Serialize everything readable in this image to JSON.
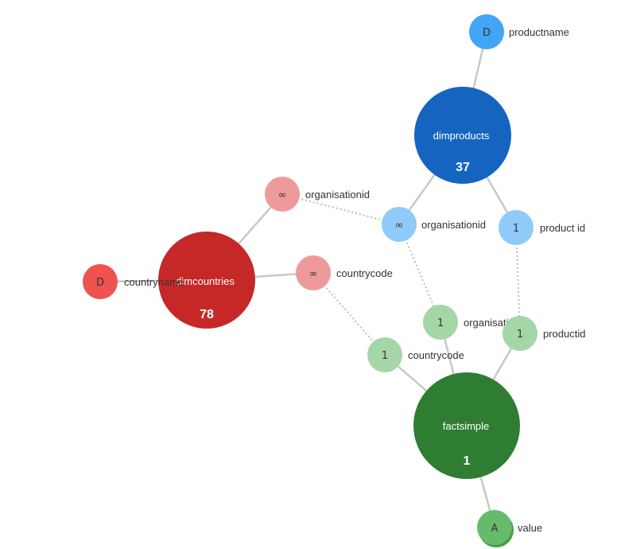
{
  "diagram": {
    "tables": {
      "dimproducts": {
        "name": "dimproducts",
        "count": "37",
        "color": "#1565c0"
      },
      "dimcountries": {
        "name": "dimcountries",
        "count": "78",
        "color": "#c62828"
      },
      "factsimple": {
        "name": "factsimple",
        "count": "1",
        "color": "#2e7d32"
      }
    },
    "ports": {
      "productname": {
        "glyph": "D",
        "label": "productname",
        "color": "#42a5f5"
      },
      "products_organisationid": {
        "glyph": "∞",
        "label": "organisationid",
        "color": "#90caf9"
      },
      "products_productid": {
        "glyph": "1",
        "label": "product id",
        "color": "#90caf9"
      },
      "countries_organisationid": {
        "glyph": "∞",
        "label": "organisationid",
        "color": "#ef9a9a"
      },
      "countries_countrycode": {
        "glyph": "∞",
        "label": "countrycode",
        "color": "#ef9a9a"
      },
      "countryname": {
        "glyph": "D",
        "label": "countryname",
        "color": "#ef5350"
      },
      "fact_organisationid": {
        "glyph": "1",
        "label": "organisationid",
        "color": "#a5d6a7"
      },
      "fact_productid": {
        "glyph": "1",
        "label": "productid",
        "color": "#a5d6a7"
      },
      "fact_countrycode": {
        "glyph": "1",
        "label": "countrycode",
        "color": "#a5d6a7"
      },
      "value": {
        "glyph": "A",
        "label": "value",
        "color": "#66bb6a"
      }
    }
  }
}
